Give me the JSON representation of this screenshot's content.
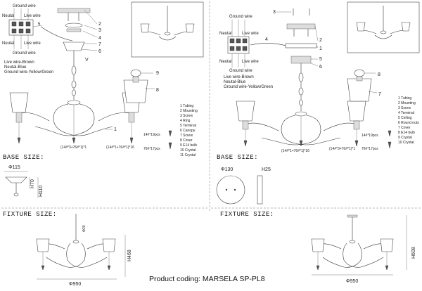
{
  "product_coding": "Product coding: MARSELA SP-PL8",
  "left": {
    "wiring": {
      "ground_top": "Ground wire",
      "neutral": "Neutal",
      "live": "Live wire",
      "neutral_b": "Neutal",
      "live_b": "Live wire",
      "ground_bottom": "Ground wire",
      "legend": [
        "Live wire-Brown",
        "Neutal-Blue",
        "Ground wire-Yellow/Green"
      ]
    },
    "callouts": [
      "5",
      "2",
      "3",
      "4",
      "7",
      "6",
      "9",
      "8",
      "1"
    ],
    "parts": [
      "1 Tubing",
      "2 Mounting",
      "3 Screw",
      "4 Ring",
      "5 Terminal",
      "6 Canopy",
      "7 Screw",
      "8 Cover",
      "9 E14 bulb",
      "10 Crystal",
      "11 Crystal"
    ],
    "crystal_a": "14#*19pcs",
    "crystal_b": "76#*17pcs",
    "crystal_formula_1": "(14#*3+76#*1)*1",
    "crystal_formula_2": "(14#*1+76#*1)*16",
    "base_heading": "BASE SIZE:",
    "base_dia": "Φ115",
    "base_h70": "H70",
    "base_h110": "H110",
    "fixture_heading": "FIXTURE SIZE:",
    "fixture_width": "Φ950",
    "fixture_height": "H468",
    "fixture_small": "Φ20"
  },
  "right": {
    "wiring": {
      "ground_top": "Ground wire",
      "neutral": "Neutal",
      "live": "Live wire",
      "neutral_b": "Neutal",
      "live_b": "Live wire",
      "ground_bottom": "Ground wire",
      "legend": [
        "Live wire-Brown",
        "Neutal-Blue",
        "Ground wire-Yellow/Green"
      ]
    },
    "callouts": [
      "3",
      "4",
      "2",
      "1",
      "5",
      "6",
      "8",
      "7"
    ],
    "parts": [
      "1 Tubing",
      "2 Mounting",
      "3 Screw",
      "4 Terminal",
      "5 Ceiling",
      "6 Round nuts",
      "7 Cover",
      "8 E14 bulb",
      "9 Crystal",
      "10 Crystal"
    ],
    "crystal_a": "14#*19pcs",
    "crystal_b": "76#*17pcs",
    "crystal_formula_1": "(14#*1+76#*1)*16",
    "crystal_formula_2": "(14#*3+76#*1)*1",
    "base_heading": "BASE SIZE:",
    "base_dia": "Φ130",
    "base_h25": "H25",
    "fixture_heading": "FIXTURE SIZE:",
    "fixture_width": "Φ950",
    "fixture_height": "H608"
  }
}
